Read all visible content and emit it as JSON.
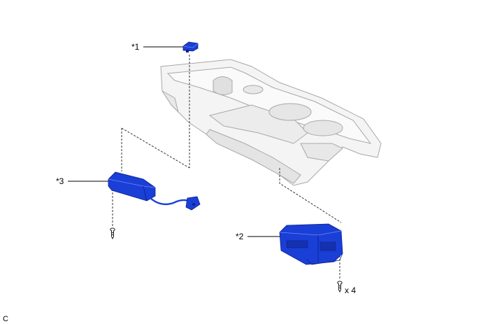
{
  "labels": {
    "part1": "*1",
    "part2": "*2",
    "part3": "*3",
    "qty": "x 4",
    "corner": "C"
  },
  "colors": {
    "part_blue": "#1a3fd6",
    "part_blue_dark": "#0d1f8a",
    "console_fill": "#f2f2f2",
    "console_line": "#9a9a9a",
    "dash": "#333333"
  }
}
